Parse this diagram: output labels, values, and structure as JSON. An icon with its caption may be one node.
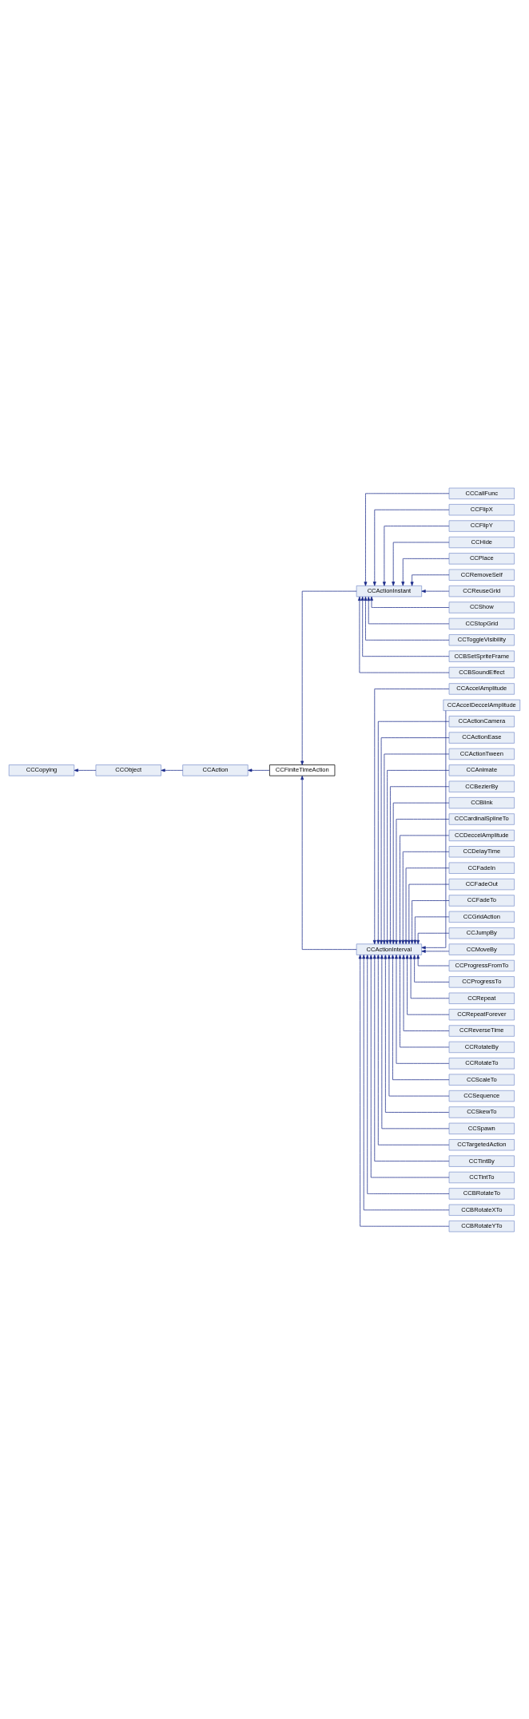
{
  "diagram": {
    "nodes": [
      {
        "text": [
          "CCCopying"
        ]
      },
      {
        "text": [
          "CCObject"
        ]
      },
      {
        "text": [
          "CCAction"
        ]
      },
      {
        "text": [
          "CCFiniteTimeAction"
        ]
      },
      {
        "text": [
          "CCActionInstant"
        ]
      },
      {
        "text": [
          "CCActionInterval"
        ]
      },
      {
        "text": [
          "CCCallFunc"
        ]
      },
      {
        "text": [
          "CCFlipX"
        ]
      },
      {
        "text": [
          "CCFlipY"
        ]
      },
      {
        "text": [
          "CCHide"
        ]
      },
      {
        "text": [
          "CCPlace"
        ]
      },
      {
        "text": [
          "CCRemoveSelf"
        ]
      },
      {
        "text": [
          "CCReuseGrid"
        ]
      },
      {
        "text": [
          "CCShow"
        ]
      },
      {
        "text": [
          "CCStopGrid"
        ]
      },
      {
        "text": [
          "CCToggleVisibility"
        ]
      },
      {
        "text": [
          "CCBSetSpriteFrame"
        ]
      },
      {
        "text": [
          "CCBSoundEffect"
        ]
      },
      {
        "text": [
          "CCAccelAmplitude"
        ]
      },
      {
        "text": [
          "CCAccelDeccelAmplitude"
        ]
      },
      {
        "text": [
          "CCActionCamera"
        ]
      },
      {
        "text": [
          "CCActionEase"
        ]
      },
      {
        "text": [
          "CCActionTween"
        ]
      },
      {
        "text": [
          "CCAnimate"
        ]
      },
      {
        "text": [
          "CCBezierBy"
        ]
      },
      {
        "text": [
          "CCBlink"
        ]
      },
      {
        "text": [
          "CCCardinalSplineTo"
        ]
      },
      {
        "text": [
          "CCDeccelAmplitude"
        ]
      },
      {
        "text": [
          "CCDelayTime"
        ]
      },
      {
        "text": [
          "CCFadeIn"
        ]
      },
      {
        "text": [
          "CCFadeOut"
        ]
      },
      {
        "text": [
          "CCFadeTo"
        ]
      },
      {
        "text": [
          "CCGridAction"
        ]
      },
      {
        "text": [
          "CCJumpBy"
        ]
      },
      {
        "text": [
          "CCMoveBy"
        ]
      },
      {
        "text": [
          "CCProgressFromTo"
        ]
      },
      {
        "text": [
          "CCProgressTo"
        ]
      },
      {
        "text": [
          "CCRepeat"
        ]
      },
      {
        "text": [
          "CCRepeatForever"
        ]
      },
      {
        "text": [
          "CCReverseTime"
        ]
      },
      {
        "text": [
          "CCRotateBy"
        ]
      },
      {
        "text": [
          "CCRotateTo"
        ]
      },
      {
        "text": [
          "CCScaleTo"
        ]
      },
      {
        "text": [
          "CCSequence"
        ]
      },
      {
        "text": [
          "CCSkewTo"
        ]
      },
      {
        "text": [
          "CCSpawn"
        ]
      },
      {
        "text": [
          "CCTargetedAction"
        ]
      },
      {
        "text": [
          "CCTintBy"
        ]
      },
      {
        "text": [
          "CCTintTo"
        ]
      },
      {
        "text": [
          "CCBRotateTo"
        ]
      },
      {
        "text": [
          "CCBRotateXTo"
        ]
      },
      {
        "text": [
          "CCBRotateYTo"
        ]
      }
    ],
    "edges": [
      {
        "from": 1,
        "to": 0,
        "arrow": "to"
      },
      {
        "from": 2,
        "to": 1,
        "arrow": "to"
      },
      {
        "from": 3,
        "to": 2,
        "arrow": "to"
      },
      {
        "from": 4,
        "to": 3,
        "arrow": "to"
      },
      {
        "from": 5,
        "to": 3,
        "arrow": "to"
      },
      {
        "from": 6,
        "to": 4,
        "arrow": "to"
      },
      {
        "from": 7,
        "to": 4,
        "arrow": "to"
      },
      {
        "from": 8,
        "to": 4,
        "arrow": "to"
      },
      {
        "from": 9,
        "to": 4,
        "arrow": "to"
      },
      {
        "from": 10,
        "to": 4,
        "arrow": "to"
      },
      {
        "from": 11,
        "to": 4,
        "arrow": "to"
      },
      {
        "from": 12,
        "to": 4,
        "arrow": "to"
      },
      {
        "from": 13,
        "to": 4,
        "arrow": "to"
      },
      {
        "from": 14,
        "to": 4,
        "arrow": "to"
      },
      {
        "from": 15,
        "to": 4,
        "arrow": "to"
      },
      {
        "from": 16,
        "to": 4,
        "arrow": "to"
      },
      {
        "from": 17,
        "to": 4,
        "arrow": "to"
      },
      {
        "from": 18,
        "to": 5,
        "arrow": "to"
      },
      {
        "from": 19,
        "to": 5,
        "arrow": "to"
      },
      {
        "from": 20,
        "to": 5,
        "arrow": "to"
      },
      {
        "from": 21,
        "to": 5,
        "arrow": "to"
      },
      {
        "from": 22,
        "to": 5,
        "arrow": "to"
      },
      {
        "from": 23,
        "to": 5,
        "arrow": "to"
      },
      {
        "from": 24,
        "to": 5,
        "arrow": "to"
      },
      {
        "from": 25,
        "to": 5,
        "arrow": "to"
      },
      {
        "from": 26,
        "to": 5,
        "arrow": "to"
      },
      {
        "from": 27,
        "to": 5,
        "arrow": "to"
      },
      {
        "from": 28,
        "to": 5,
        "arrow": "to"
      },
      {
        "from": 29,
        "to": 5,
        "arrow": "to"
      },
      {
        "from": 30,
        "to": 5,
        "arrow": "to"
      },
      {
        "from": 31,
        "to": 5,
        "arrow": "to"
      },
      {
        "from": 32,
        "to": 5,
        "arrow": "to"
      },
      {
        "from": 33,
        "to": 5,
        "arrow": "to"
      },
      {
        "from": 34,
        "to": 5,
        "arrow": "to"
      },
      {
        "from": 35,
        "to": 5,
        "arrow": "to"
      },
      {
        "from": 36,
        "to": 5,
        "arrow": "to"
      },
      {
        "from": 37,
        "to": 5,
        "arrow": "to"
      },
      {
        "from": 38,
        "to": 5,
        "arrow": "to"
      },
      {
        "from": 39,
        "to": 5,
        "arrow": "to"
      },
      {
        "from": 40,
        "to": 5,
        "arrow": "to"
      },
      {
        "from": 41,
        "to": 5,
        "arrow": "to"
      },
      {
        "from": 42,
        "to": 5,
        "arrow": "to"
      },
      {
        "from": 43,
        "to": 5,
        "arrow": "to"
      },
      {
        "from": 44,
        "to": 5,
        "arrow": "to"
      },
      {
        "from": 45,
        "to": 5,
        "arrow": "to"
      },
      {
        "from": 46,
        "to": 5,
        "arrow": "to"
      },
      {
        "from": 47,
        "to": 5,
        "arrow": "to"
      },
      {
        "from": 48,
        "to": 5,
        "arrow": "to"
      },
      {
        "from": 49,
        "to": 5,
        "arrow": "to"
      },
      {
        "from": 50,
        "to": 5,
        "arrow": "to"
      },
      {
        "from": 51,
        "to": 5,
        "arrow": "to"
      }
    ]
  }
}
